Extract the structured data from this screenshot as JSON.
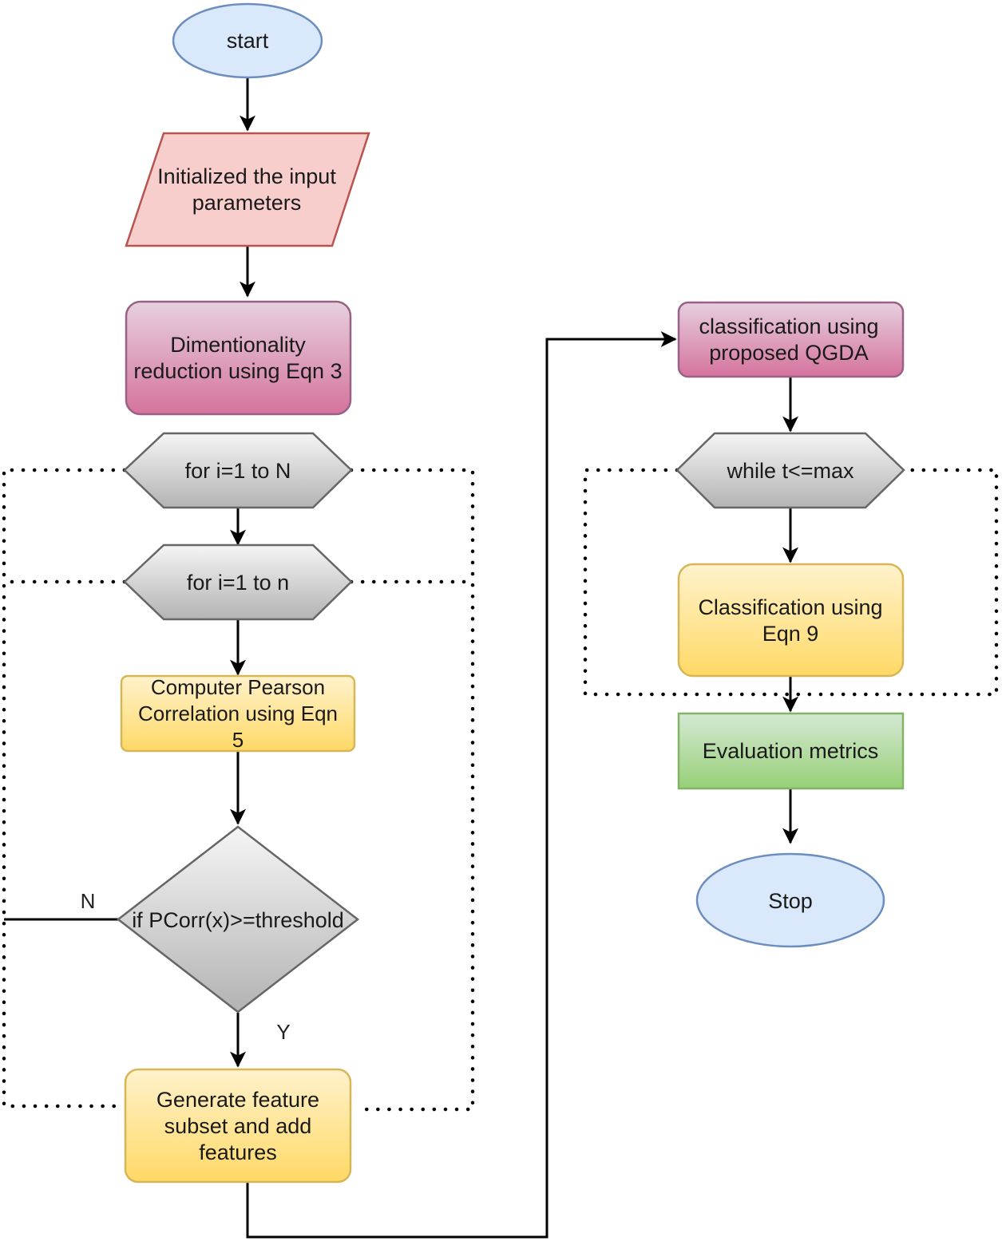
{
  "nodes": {
    "start": "start",
    "init": [
      "Initialized the input",
      "parameters"
    ],
    "dimred": [
      "Dimentionality",
      "reduction using Eqn 3"
    ],
    "loop_outer": "for i=1 to N",
    "loop_inner": "for i=1 to n",
    "pearson": [
      "Computer Pearson",
      "Correlation using Eqn",
      "5"
    ],
    "decision": "if PCorr(x)>=threshold",
    "generate": [
      "Generate feature",
      "subset and add",
      "features"
    ],
    "classify_qgda": [
      "classification using",
      "proposed QGDA"
    ],
    "while_loop": "while t<=max",
    "classify_eqn": [
      "Classification using",
      "Eqn 9"
    ],
    "evaluation": "Evaluation metrics",
    "stop": "Stop"
  },
  "edge_labels": {
    "no": "N",
    "yes": "Y"
  },
  "colors": {
    "terminal_fill": "#dae8fc",
    "terminal_stroke": "#6c8ebf",
    "input_fill": "#f8cecc",
    "input_stroke": "#b85450",
    "pink_top": "#e6d0de",
    "pink_bottom": "#d5739d",
    "pink_stroke": "#996185",
    "gray_top": "#f5f5f5",
    "gray_bottom": "#b3b3b3",
    "gray_stroke": "#666666",
    "yellow_top": "#fff2cc",
    "yellow_bottom": "#ffd966",
    "yellow_stroke": "#d6b656",
    "green_top": "#d5e8d4",
    "green_bottom": "#97d077",
    "green_stroke": "#82b366"
  }
}
